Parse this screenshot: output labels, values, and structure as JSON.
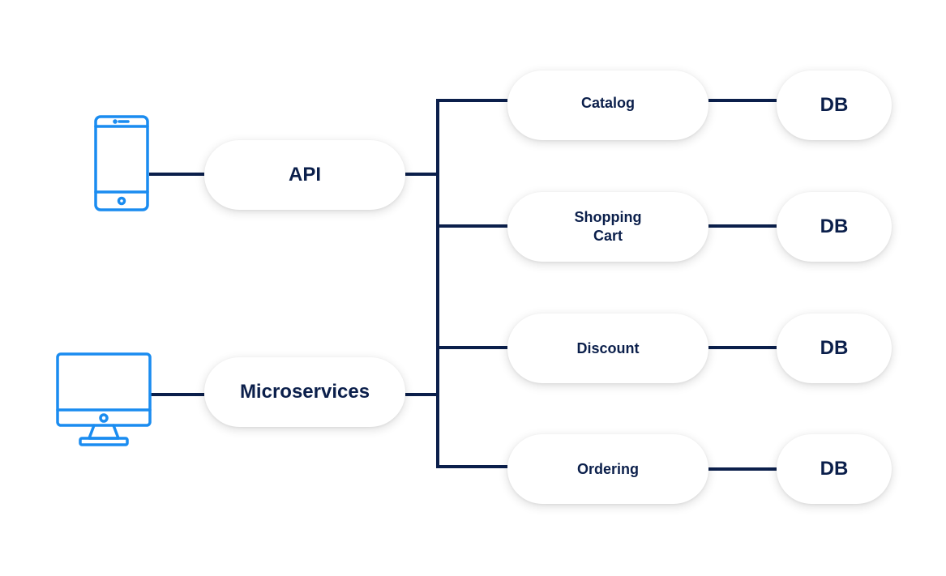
{
  "colors": {
    "wire": "#0b1f4b",
    "text": "#0b1f4b",
    "device": "#1a8cf0",
    "pill_bg": "#ffffff"
  },
  "devices": [
    {
      "id": "phone",
      "icon": "smartphone-icon"
    },
    {
      "id": "desktop",
      "icon": "desktop-monitor-icon"
    }
  ],
  "gateway": {
    "api_label": "API",
    "microservices_label": "Microservices"
  },
  "services": [
    {
      "label": "Catalog"
    },
    {
      "label": "Shopping\nCart"
    },
    {
      "label": "Discount"
    },
    {
      "label": "Ordering"
    }
  ],
  "databases": [
    {
      "label": "DB"
    },
    {
      "label": "DB"
    },
    {
      "label": "DB"
    },
    {
      "label": "DB"
    }
  ]
}
